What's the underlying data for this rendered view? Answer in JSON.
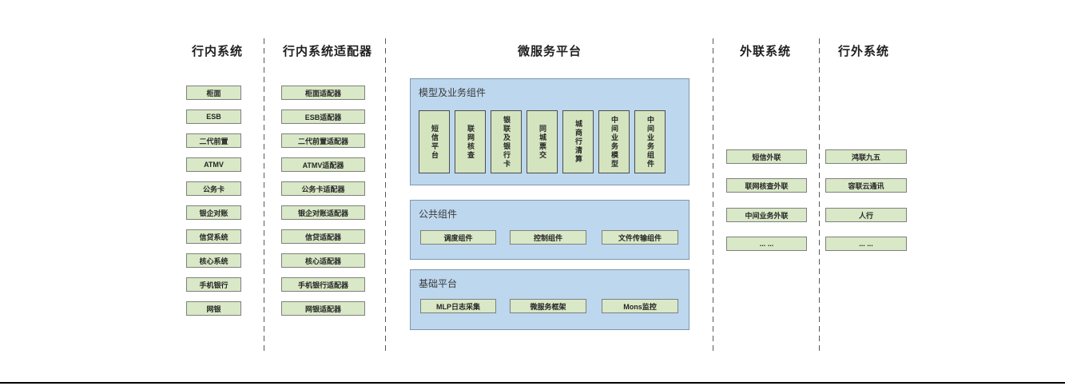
{
  "headers": {
    "internal": "行内系统",
    "internal_adapters": "行内系统适配器",
    "microservice_platform": "微服务平台",
    "external_link": "外联系统",
    "outside": "行外系统"
  },
  "internal_systems": [
    "柜面",
    "ESB",
    "二代前置",
    "ATMV",
    "公务卡",
    "银企对账",
    "信贷系统",
    "核心系统",
    "手机银行",
    "网银"
  ],
  "internal_adapters": [
    "柜面适配器",
    "ESB适配器",
    "二代前置适配器",
    "ATMV适配器",
    "公务卡适配器",
    "银企对账适配器",
    "信贷适配器",
    "核心适配器",
    "手机银行适配器",
    "网银适配器"
  ],
  "platform": {
    "model_panel": {
      "label": "模型及业务组件",
      "items": [
        "短信平台",
        "联网核查",
        "银联及银行卡",
        "同城票交",
        "城商行清算",
        "中间业务模型",
        "中间业务组件"
      ]
    },
    "common_panel": {
      "label": "公共组件",
      "items": [
        "调度组件",
        "控制组件",
        "文件传输组件"
      ]
    },
    "base_panel": {
      "label": "基础平台",
      "items": [
        "MLP日志采集",
        "微服务框架",
        "Mons监控"
      ]
    }
  },
  "external_link_systems": [
    "短信外联",
    "联网核查外联",
    "中间业务外联",
    "... ..."
  ],
  "outside_systems": [
    "鸿联九五",
    "容联云通讯",
    "人行",
    "... ..."
  ],
  "colors": {
    "box_green_fill": "#d9e8c6",
    "box_green_border": "#7f7f7f",
    "panel_blue_fill": "#bdd7ee",
    "panel_blue_border": "#7d96ad",
    "dashed_divider": "#595959",
    "bottom_rule": "#000000"
  }
}
